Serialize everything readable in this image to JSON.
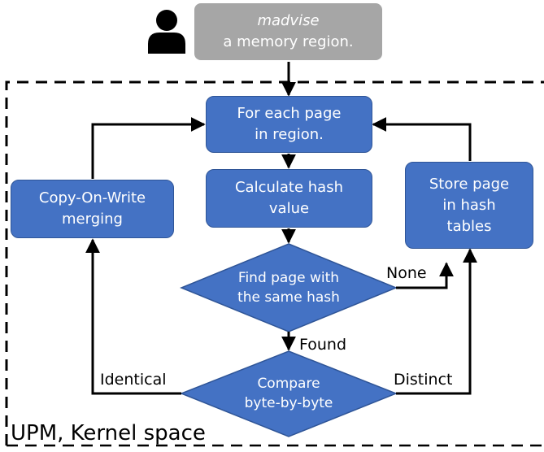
{
  "header": {
    "user_icon": "person-icon",
    "request_line1": "madvise",
    "request_line2": "a memory region."
  },
  "region": {
    "label": "UPM, Kernel space"
  },
  "nodes": {
    "for_each": [
      "For each page",
      "in region."
    ],
    "calc_hash": [
      "Calculate hash",
      "value"
    ],
    "find_page": [
      "Find page with",
      "the same hash"
    ],
    "compare": [
      "Compare",
      "byte-by-byte"
    ],
    "cow_merge": [
      "Copy-On-Write",
      "merging"
    ],
    "store_page": [
      "Store page",
      "in hash",
      "tables"
    ]
  },
  "edges": {
    "none": "None",
    "found": "Found",
    "identical": "Identical",
    "distinct": "Distinct"
  },
  "colors": {
    "node_fill": "#4472c4",
    "node_border": "#2f5597",
    "request_fill": "#a6a6a6",
    "line": "#000000"
  }
}
